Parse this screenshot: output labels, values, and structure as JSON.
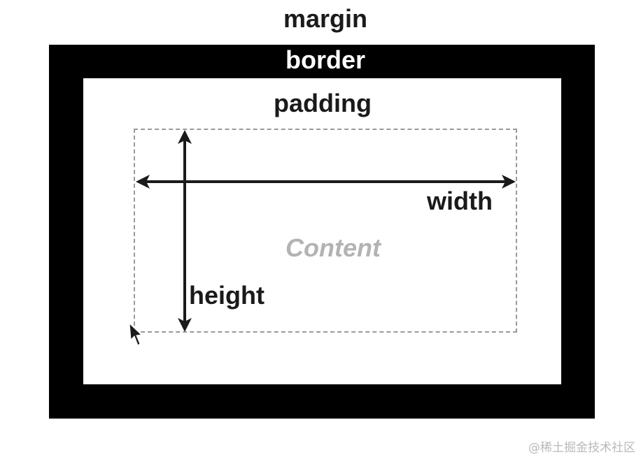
{
  "diagram": {
    "labels": {
      "margin": "margin",
      "border": "border",
      "padding": "padding",
      "width": "width",
      "height": "height",
      "content": "Content"
    },
    "colors": {
      "border": "#000000",
      "background": "#ffffff",
      "text": "#1a1a1a",
      "content_text": "#b3b3b3",
      "dashed_outline": "#9a9a9a"
    },
    "watermark": "@稀土掘金技术社区"
  }
}
